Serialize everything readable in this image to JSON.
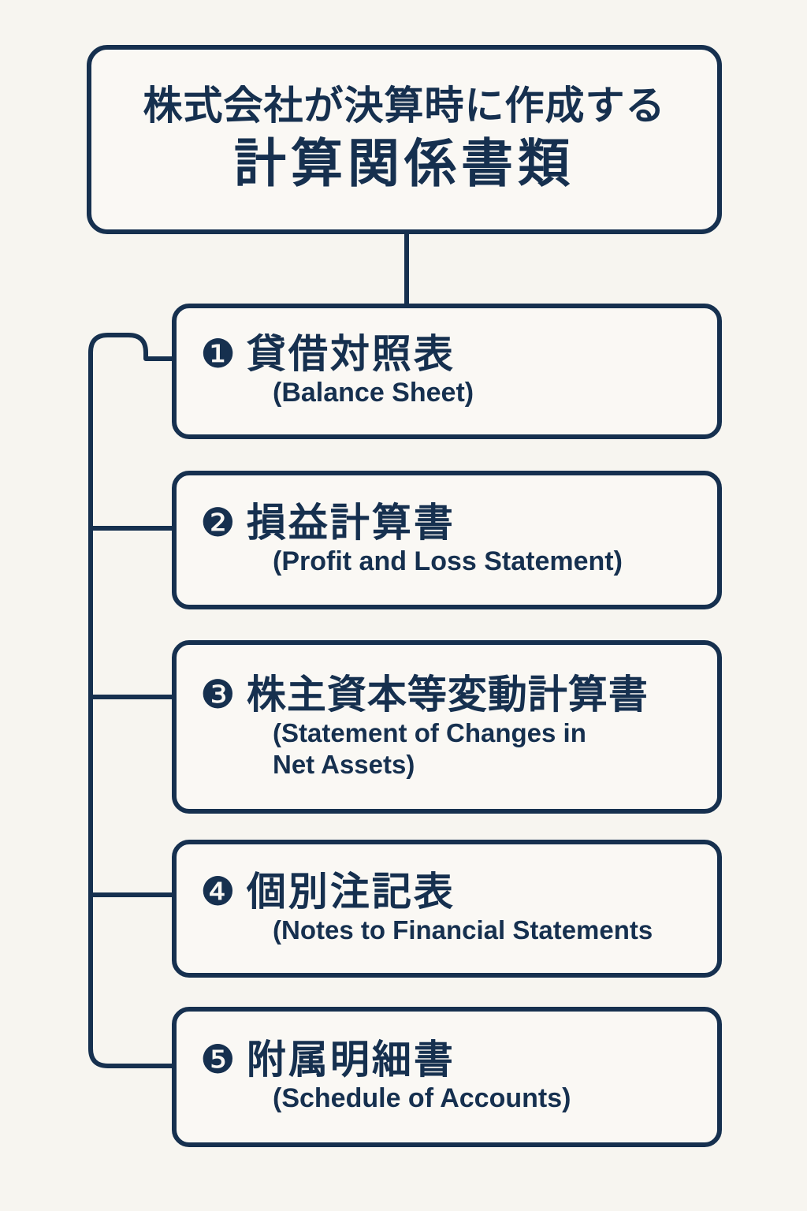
{
  "page": {
    "background_color": "#f7f5f0",
    "ink_color": "#16304f",
    "card_fill_color": "#faf8f4"
  },
  "title": {
    "line1": "株式会社が決算時に作成する",
    "line2": "計算関係書類"
  },
  "items": [
    {
      "badge": "❶",
      "number": "1",
      "jp": "貸借対照表",
      "en_lines": [
        "(Balance Sheet)"
      ]
    },
    {
      "badge": "❷",
      "number": "2",
      "jp": "損益計算書",
      "en_lines": [
        "(Profit and Loss Statement)"
      ]
    },
    {
      "badge": "❸",
      "number": "3",
      "jp": "株主資本等変動計算書",
      "en_lines": [
        "(Statement of Changes in",
        "Net Assets)"
      ]
    },
    {
      "badge": "❹",
      "number": "4",
      "jp": "個別注記表",
      "en_lines": [
        "(Notes to Financial Statements"
      ]
    },
    {
      "badge": "❺",
      "number": "5",
      "jp": "附属明細書",
      "en_lines": [
        "(Schedule of Accounts)"
      ]
    }
  ]
}
